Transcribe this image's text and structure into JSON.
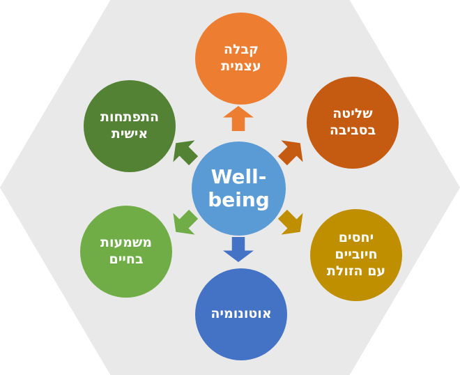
{
  "diagram": {
    "type": "radial-diagram",
    "hexagon_color": "#E9E9E9",
    "center": {
      "label": "Well-\nbeing",
      "color": "#5B9BD5",
      "text_color": "#FFFFFF"
    },
    "nodes": [
      {
        "name": "self-acceptance",
        "label": "קבלה\nעצמית",
        "color": "#ED7D31",
        "position": "top"
      },
      {
        "name": "environmental-mastery",
        "label": "שליטה\nבסביבה",
        "color": "#C55A11",
        "position": "top-right"
      },
      {
        "name": "positive-relations",
        "label": "יחסים\nחיוביים\nעם הזולת",
        "color": "#BF8F00",
        "position": "bottom-right"
      },
      {
        "name": "autonomy",
        "label": "אוטונומיה",
        "color": "#4472C4",
        "position": "bottom"
      },
      {
        "name": "meaning-in-life",
        "label": "משמעות\nבחיים",
        "color": "#70AD47",
        "position": "bottom-left"
      },
      {
        "name": "personal-growth",
        "label": "התפתחות\nאישית",
        "color": "#548235",
        "position": "top-left"
      }
    ],
    "arrows": [
      {
        "direction": "up",
        "color": "#ED7D31"
      },
      {
        "direction": "upper-right",
        "color": "#C55A11"
      },
      {
        "direction": "lower-right",
        "color": "#BF8F00"
      },
      {
        "direction": "down",
        "color": "#4472C4"
      },
      {
        "direction": "lower-left",
        "color": "#70AD47"
      },
      {
        "direction": "upper-left",
        "color": "#548235"
      }
    ]
  }
}
